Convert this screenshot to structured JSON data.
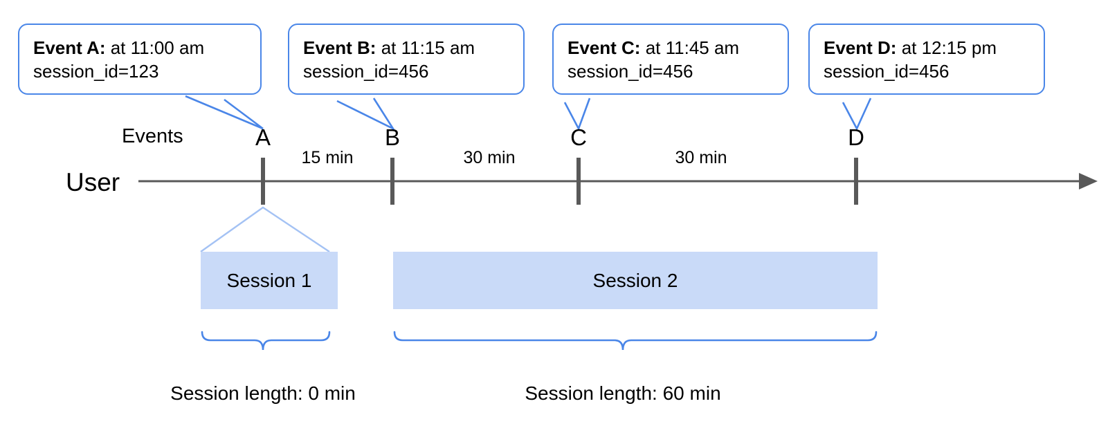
{
  "diagram": {
    "lane_label": "User",
    "row_label": "Events",
    "timeline_color": "#595959",
    "accent_blue": "#4a86e8",
    "session_fill": "#c9daf8"
  },
  "callouts": [
    {
      "name": "event-a",
      "title": "Event A:",
      "time": " at 11:00 am",
      "session": "session_id=123"
    },
    {
      "name": "event-b",
      "title": "Event B:",
      "time": " at 11:15 am",
      "session": "session_id=456"
    },
    {
      "name": "event-c",
      "title": "Event C:",
      "time": " at 11:45 am",
      "session": "session_id=456"
    },
    {
      "name": "event-d",
      "title": "Event D:",
      "time": " at 12:15 pm",
      "session": "session_id=456"
    }
  ],
  "events": [
    {
      "letter": "A"
    },
    {
      "letter": "B"
    },
    {
      "letter": "C"
    },
    {
      "letter": "D"
    }
  ],
  "gaps": [
    {
      "label": "15 min"
    },
    {
      "label": "30 min"
    },
    {
      "label": "30 min"
    }
  ],
  "sessions": [
    {
      "label": "Session 1",
      "length_label": "Session length: 0 min"
    },
    {
      "label": "Session 2",
      "length_label": "Session length: 60 min"
    }
  ]
}
